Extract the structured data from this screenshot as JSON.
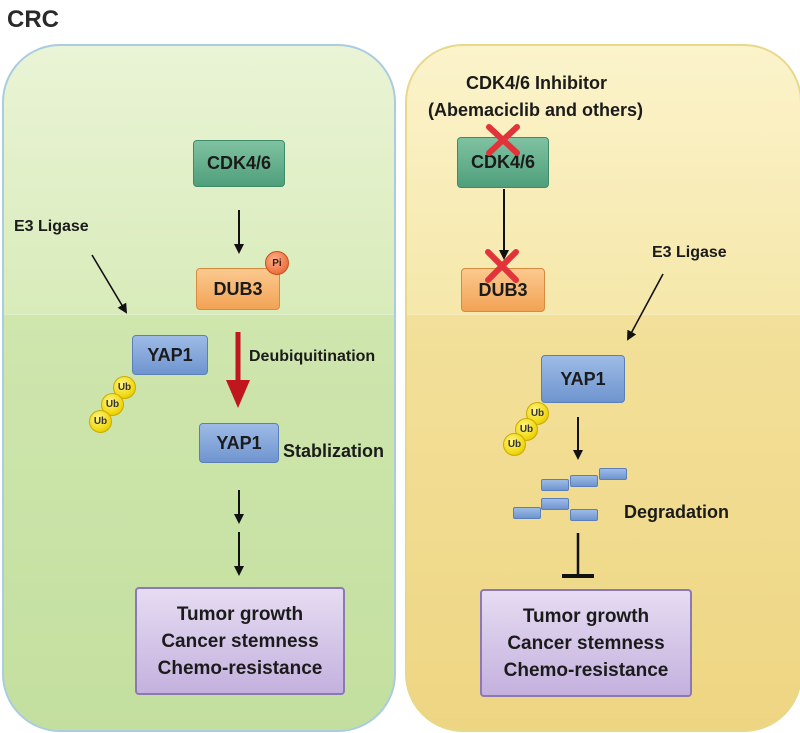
{
  "title": "CRC",
  "left": {
    "cdk": "CDK4/6",
    "dub": "DUB3",
    "pi": "Pi",
    "e3": "E3 Ligase",
    "yap1_top": "YAP1",
    "yap1_bottom": "YAP1",
    "deubiquitination": "Deubiquitination",
    "stabilization": "Stablization",
    "ub": [
      "Ub",
      "Ub",
      "Ub"
    ],
    "outcomes": [
      "Tumor growth",
      "Cancer stemness",
      "Chemo-resistance"
    ]
  },
  "right": {
    "inhibitor_line1": "CDK4/6 Inhibitor",
    "inhibitor_line2": "(Abemaciclib and others)",
    "cdk": "CDK4/6",
    "dub": "DUB3",
    "e3": "E3 Ligase",
    "yap1": "YAP1",
    "degradation": "Degradation",
    "ub": [
      "Ub",
      "Ub",
      "Ub"
    ],
    "outcomes": [
      "Tumor growth",
      "Cancer stemness",
      "Chemo-resistance"
    ]
  },
  "colors": {
    "arrow": "#111111",
    "deub_arrow": "#c0161e",
    "cross": "#e2323a"
  }
}
